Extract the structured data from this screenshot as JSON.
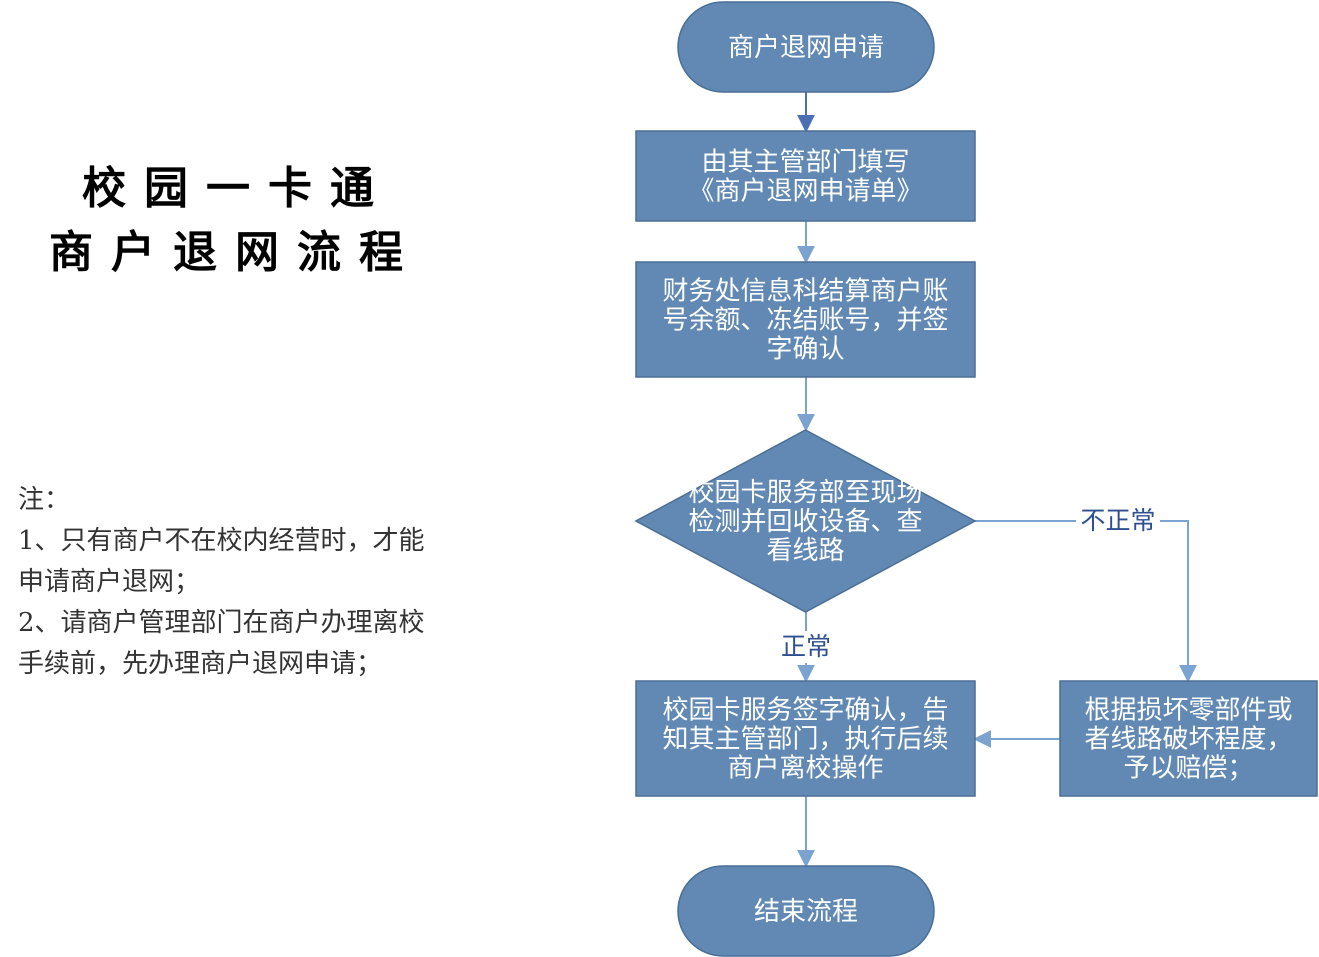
{
  "title": {
    "line1": "校园一卡通",
    "line2": "商户退网流程"
  },
  "notes": {
    "heading": "注：",
    "lines": [
      "1、只有商户不在校内经营时，才能",
      "申请商户退网；",
      "2、请商户管理部门在商户办理离校",
      "手续前，先办理商户退网申请；"
    ]
  },
  "flow": {
    "nodes": [
      {
        "id": "start",
        "shape": "terminal",
        "lines": [
          "商户退网申请"
        ]
      },
      {
        "id": "fill",
        "shape": "process",
        "lines": [
          "由其主管部门填写",
          "《商户退网申请单》"
        ]
      },
      {
        "id": "finance",
        "shape": "process",
        "lines": [
          "财务处信息科结算商户账",
          "号余额、冻结账号，并签",
          "字确认"
        ]
      },
      {
        "id": "inspect",
        "shape": "decision",
        "lines": [
          "校园卡服务部至现场",
          "检测并回收设备、查",
          "看线路"
        ]
      },
      {
        "id": "confirm",
        "shape": "process",
        "lines": [
          "校园卡服务签字确认，告",
          "知其主管部门，执行后续",
          "商户离校操作"
        ]
      },
      {
        "id": "compensate",
        "shape": "process",
        "lines": [
          "根据损坏零部件或",
          "者线路破坏程度，",
          "予以赔偿；"
        ]
      },
      {
        "id": "end",
        "shape": "terminal",
        "lines": [
          "结束流程"
        ]
      }
    ],
    "edges": [
      {
        "from": "start",
        "to": "fill",
        "label": ""
      },
      {
        "from": "fill",
        "to": "finance",
        "label": ""
      },
      {
        "from": "finance",
        "to": "inspect",
        "label": ""
      },
      {
        "from": "inspect",
        "to": "confirm",
        "label": "正常"
      },
      {
        "from": "inspect",
        "to": "compensate",
        "label": "不正常"
      },
      {
        "from": "compensate",
        "to": "confirm",
        "label": ""
      },
      {
        "from": "confirm",
        "to": "end",
        "label": ""
      }
    ]
  },
  "colors": {
    "node_fill": "#6189b3",
    "node_stroke": "#4a6f96",
    "edge": "#7aa3cf",
    "label": "#2f4f8f"
  }
}
